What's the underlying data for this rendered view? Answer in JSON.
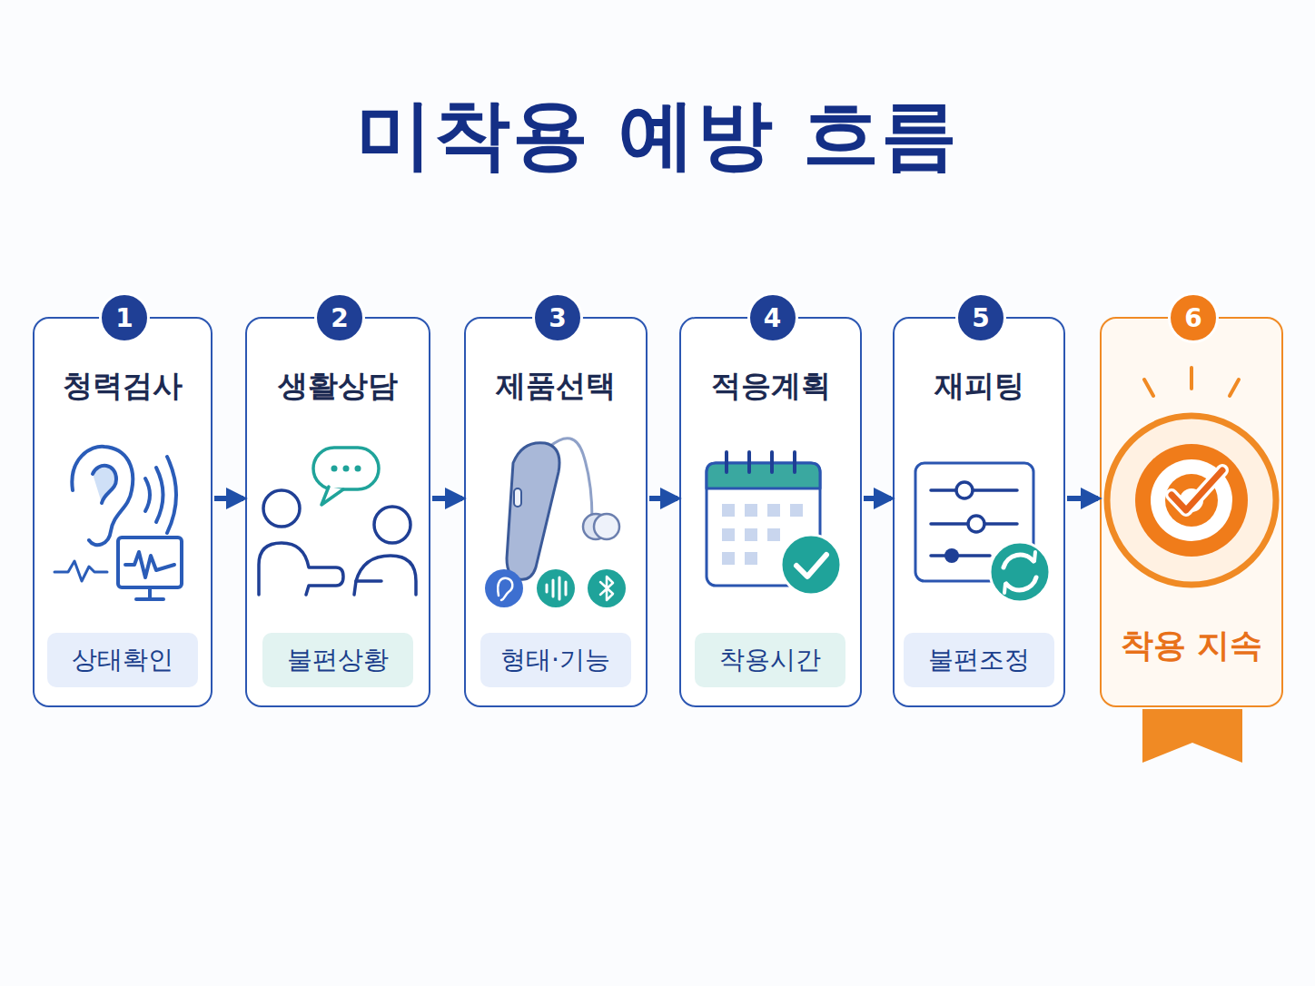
{
  "diagram": {
    "title": "미착용 예방 흐름",
    "nodes": [
      {
        "text": [
          "청력검사"
        ]
      },
      {
        "text": [
          "1"
        ],
        "in": 0
      },
      {
        "text": [
          "상태확인"
        ],
        "in": 0
      },
      {
        "text": [
          "생활상담"
        ]
      },
      {
        "text": [
          "2"
        ],
        "in": 3
      },
      {
        "text": [
          "불편상황"
        ],
        "in": 3
      },
      {
        "text": [
          "제품선택"
        ]
      },
      {
        "text": [
          "3"
        ],
        "in": 6
      },
      {
        "text": [
          "형태·기능"
        ],
        "in": 6
      },
      {
        "text": [
          "적응계획"
        ]
      },
      {
        "text": [
          "4"
        ],
        "in": 9
      },
      {
        "text": [
          "착용시간"
        ],
        "in": 9
      },
      {
        "text": [
          "재피팅"
        ]
      },
      {
        "text": [
          "5"
        ],
        "in": 12
      },
      {
        "text": [
          "불편조정"
        ],
        "in": 12
      },
      {
        "text": [
          "착용 지속"
        ]
      },
      {
        "text": [
          "6"
        ],
        "in": 15
      }
    ],
    "edges": [
      {
        "from": 0,
        "to": 3,
        "arrow": "to"
      },
      {
        "from": 3,
        "to": 6,
        "arrow": "to"
      },
      {
        "from": 6,
        "to": 9,
        "arrow": "to"
      },
      {
        "from": 9,
        "to": 12,
        "arrow": "to"
      },
      {
        "from": 12,
        "to": 15,
        "arrow": "to"
      }
    ]
  }
}
